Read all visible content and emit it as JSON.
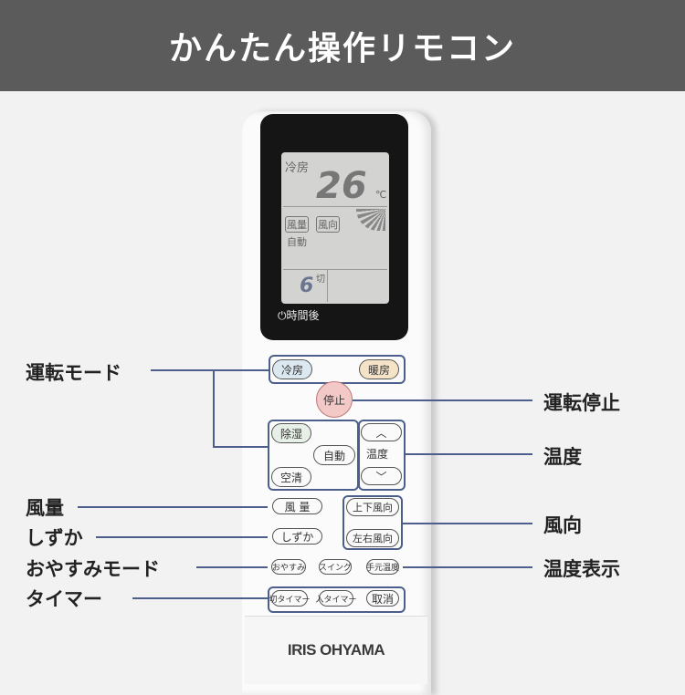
{
  "title": "かんたん操作リモコン",
  "lcd": {
    "mode": "冷房",
    "temp": "26",
    "unit": "℃",
    "fan_tag": "風量",
    "dir_tag": "風向",
    "fan_value": "自動",
    "timer_value": "6",
    "timer_off": "切",
    "timer_suffix": "時間後"
  },
  "buttons": {
    "cool": "冷房",
    "heat": "暖房",
    "stop": "停止",
    "dry": "除湿",
    "auto": "自動",
    "clean": "空清",
    "temp_label": "温度",
    "up": "︿",
    "down": "﹀",
    "fan": "風 量",
    "quiet": "しずか",
    "vertical": "上下風向",
    "horizontal": "左右風向",
    "sleep": "おやすみ",
    "swing": "スイング",
    "hand_temp": "手元温度",
    "off_timer": "切タイマー",
    "on_timer": "入タイマー",
    "cancel": "取消"
  },
  "labels": {
    "mode": "運転モード",
    "stop": "運転停止",
    "temp": "温度",
    "fan": "風量",
    "quiet": "しずか",
    "direction": "風向",
    "sleep": "おやすみモード",
    "temp_display": "温度表示",
    "timer": "タイマー"
  },
  "brand": "IRIS OHYAMA",
  "colors": {
    "header": "#5b5b5b",
    "callout": "#4c5f8c",
    "stop_button": "#f2c9c6",
    "heat_button": "#f5e3c8",
    "cool_button": "#dbe8f0"
  }
}
